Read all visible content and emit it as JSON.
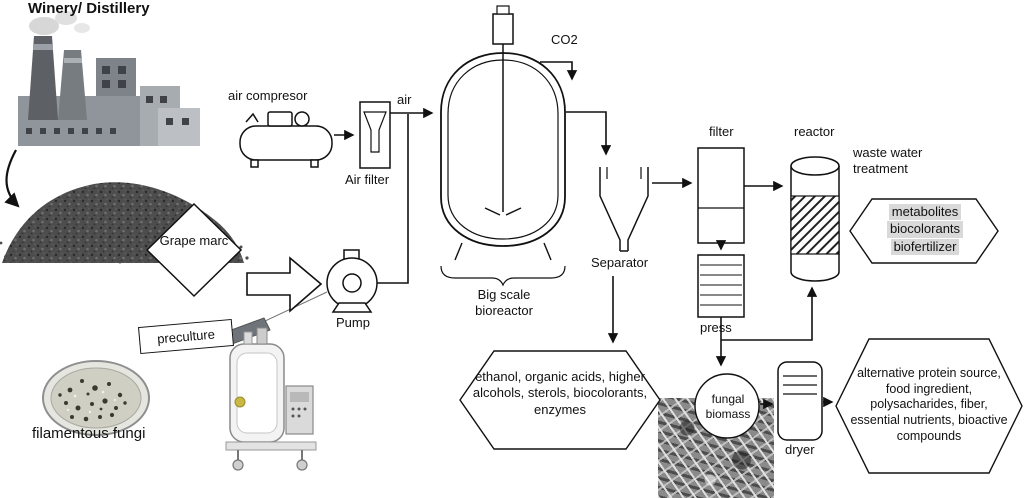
{
  "title": "Winery/ Distillery",
  "labels": {
    "air_compressor": "air compresor",
    "air": "air",
    "air_filter": "Air filter",
    "co2": "CO2",
    "grape_marc": "Grape marc",
    "pump": "Pump",
    "bioreactor": "Big scale bioreactor",
    "separator": "Separator",
    "filter": "filter",
    "reactor": "reactor",
    "waste_water_treatment": "waste water treatment",
    "press": "press",
    "fungal_biomass": "fungal biomass",
    "dryer": "dryer",
    "preculture": "preculture",
    "filamentous_fungi": "filamentous fungi"
  },
  "products": {
    "metabolites": [
      "metabolites",
      "biocolorants",
      "biofertilizer"
    ],
    "fermentation": "ethanol, organic acids, higher alcohols, sterols, biocolorants, enzymes",
    "biomass": "alternative protein source, food ingredient, polysacharides, fiber, essential nutrients, bioactive compounds"
  },
  "colors": {
    "stroke": "#111111",
    "factory_gray": "#8f959a",
    "marc_dark": "#4d4d4d",
    "highlight_gray": "#d9d9d9"
  }
}
